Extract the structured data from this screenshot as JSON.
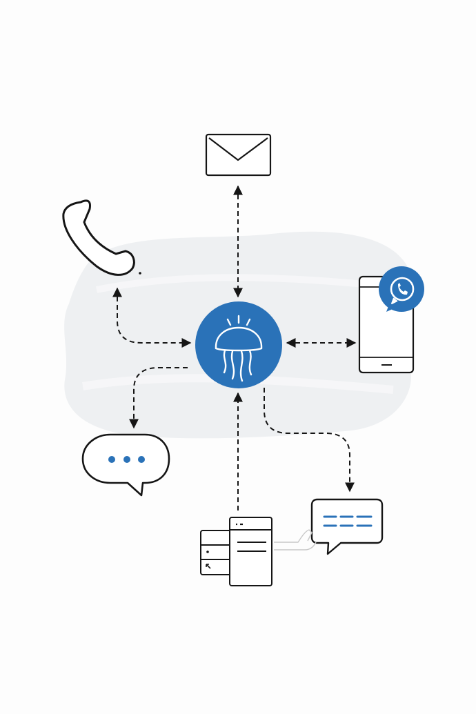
{
  "diagram": {
    "hub": {
      "icon": "jellyfish-icon",
      "color": "#2a72b8"
    },
    "channels": [
      {
        "id": "email",
        "icon": "envelope-icon",
        "link": "bidirectional"
      },
      {
        "id": "phone",
        "icon": "phone-handset-icon",
        "link": "bidirectional"
      },
      {
        "id": "whatsapp-phone",
        "icon": "smartphone-whatsapp-icon",
        "link": "bidirectional"
      },
      {
        "id": "chat",
        "icon": "chat-bubble-typing-icon",
        "link": "outgoing"
      },
      {
        "id": "messages",
        "icon": "message-bubble-icon",
        "link": "outgoing"
      },
      {
        "id": "server",
        "icon": "server-stack-icon",
        "link": "incoming"
      }
    ],
    "colors": {
      "accent": "#2a72b8",
      "stroke": "#151515",
      "background": "#fdfdfd",
      "cloud": "#eef0f2"
    }
  }
}
